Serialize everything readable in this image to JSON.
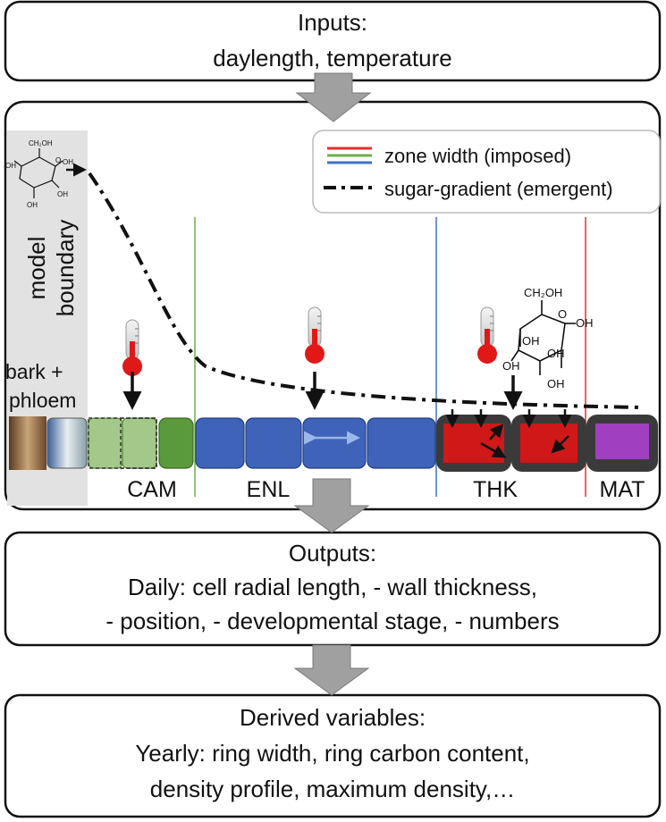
{
  "inputs": {
    "title": "Inputs:",
    "text": "daylength, temperature"
  },
  "model": {
    "boundary_line1": "model",
    "boundary_line2": "boundary",
    "bark_line1": "bark +",
    "bark_line2": "phloem",
    "zones": {
      "cam": "CAM",
      "enl": "ENL",
      "thk": "THK",
      "mat": "MAT"
    },
    "legend": {
      "zone_width": "zone width (imposed)",
      "sugar_gradient": "sugar-gradient (emergent)"
    },
    "molecule_labels": {
      "ch2oh": "CH₂OH",
      "oh": "OH",
      "o": "O"
    }
  },
  "outputs": {
    "title": "Outputs:",
    "line1": "Daily: cell radial length, - wall thickness,",
    "line2": "- position, - developmental stage, - numbers"
  },
  "derived": {
    "title": "Derived variables:",
    "line1": "Yearly: ring width, ring carbon content,",
    "line2": "density profile, maximum density,…"
  },
  "colors": {
    "cam_light": "#a3c98a",
    "cam_dark": "#5a9a3c",
    "enl_blue": "#3f63b8",
    "thk_red": "#d01818",
    "thk_wall": "#3a3a3a",
    "mat_purple": "#a040c0",
    "legend_red": "#e03030",
    "legend_green": "#6cb04a",
    "legend_blue": "#4070c8",
    "arrow_gray": "#a0a0a0",
    "boundary_gray": "#e2e2e2"
  }
}
